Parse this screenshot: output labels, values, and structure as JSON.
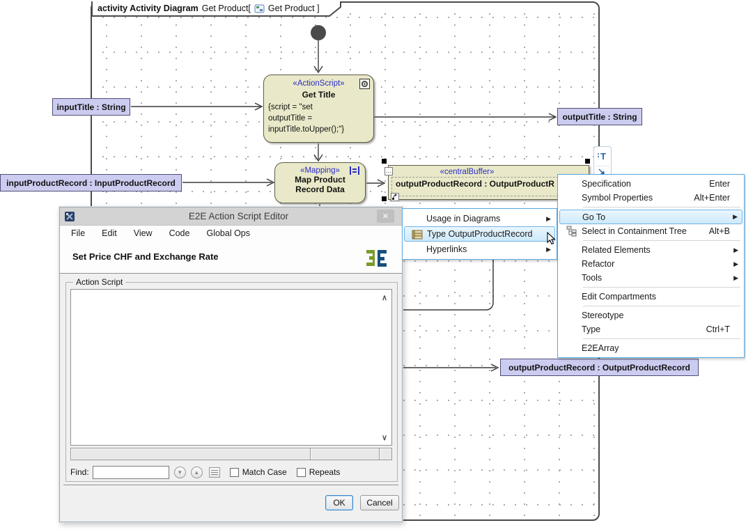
{
  "colors": {
    "node_fill": "#e9e9c9",
    "node_border": "#5c5b45",
    "stereotype_blue": "#2b2bc8",
    "pin_fill": "#ccccf0",
    "pin_border": "#4f4f78",
    "menu_border": "#56a7e2",
    "menu_highlight_border": "#70b4e4",
    "titlebar_gray": "#d3d3d3"
  },
  "frame": {
    "title_bold": "activity Activity Diagram",
    "title_mid": "Get Product[",
    "title_end": "Get Product ]"
  },
  "nodes": {
    "action_script": {
      "stereotype": "«ActionScript»",
      "name": "Get Title",
      "script_lines": [
        "{script = \"set",
        "outputTitle =",
        "inputTitle.toUpper();\"}"
      ]
    },
    "mapping": {
      "stereotype": "«Mapping»",
      "name_line1": "Map Product",
      "name_line2": "Record Data"
    },
    "central_buffer": {
      "stereotype": "«centralBuffer»",
      "name": "outputProductRecord : OutputProductR"
    }
  },
  "pins": {
    "input_title": "inputTitle : String",
    "input_product_record": "inputProductRecord : InputProductRecord",
    "output_title": "outputTitle : String",
    "output_product_record": "outputProductRecord : OutputProductRecord"
  },
  "context_menu": {
    "items": [
      {
        "label": "Specification",
        "shortcut": "Enter"
      },
      {
        "label": "Symbol Properties",
        "shortcut": "Alt+Enter"
      },
      {
        "label": "Go To",
        "arrow": "▶"
      },
      {
        "label": "Select in Containment Tree",
        "shortcut": "Alt+B"
      },
      {
        "label": "Related Elements",
        "arrow": "▶"
      },
      {
        "label": "Refactor",
        "arrow": "▶"
      },
      {
        "label": "Tools",
        "arrow": "▶"
      },
      {
        "label": "Edit Compartments"
      },
      {
        "label": "Stereotype"
      },
      {
        "label": "Type",
        "shortcut": "Ctrl+T"
      },
      {
        "label": "E2EArray"
      }
    ]
  },
  "submenu": {
    "items": [
      {
        "label": "Usage in Diagrams",
        "arrow": "▶"
      },
      {
        "label": "Type OutputProductRecord"
      },
      {
        "label": "Hyperlinks",
        "arrow": "▶"
      }
    ]
  },
  "dialog": {
    "title": "E2E Action Script Editor",
    "menu_items": [
      "File",
      "Edit",
      "View",
      "Code",
      "Global Ops"
    ],
    "header_title": "Set Price CHF and Exchange Rate",
    "group_label": "Action Script",
    "script_value": "",
    "find_label": "Find:",
    "find_value": "",
    "match_case_label": "Match Case",
    "repeats_label": "Repeats",
    "ok_label": "OK",
    "cancel_label": "Cancel"
  }
}
